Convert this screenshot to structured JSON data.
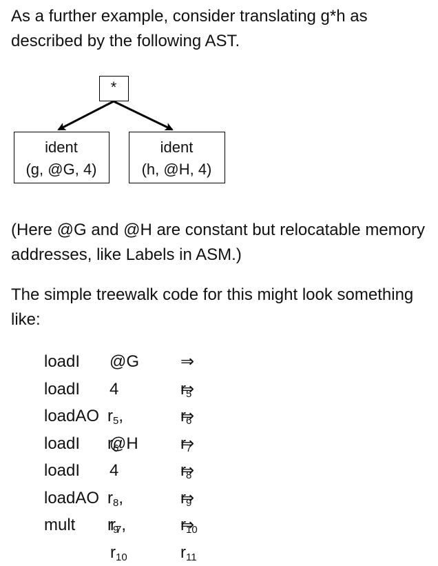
{
  "intro": "As a further example, consider translating g*h as described by the following AST.",
  "ast": {
    "root": "*",
    "left": {
      "name": "ident",
      "attrs": "(g, @G, 4)"
    },
    "right": {
      "name": "ident",
      "attrs": "(h, @H, 4)"
    }
  },
  "note": "(Here @G and @H are constant but relocatable memory addresses, like Labels in ASM.)",
  "lead": "The simple treewalk code for this might look something like:",
  "arrow": "⇒",
  "code": [
    {
      "op": "loadI",
      "args": [
        {
          "text": "@G"
        }
      ],
      "dest": {
        "reg": "r",
        "sub": "5"
      }
    },
    {
      "op": "loadI",
      "args": [
        {
          "text": "4"
        }
      ],
      "dest": {
        "reg": "r",
        "sub": "6"
      }
    },
    {
      "op": "loadAO",
      "args": [
        {
          "reg": "r",
          "sub": "5"
        },
        {
          "reg": "r",
          "sub": "6"
        }
      ],
      "dest": {
        "reg": "r",
        "sub": "7"
      }
    },
    {
      "op": "loadI",
      "args": [
        {
          "text": "@H"
        }
      ],
      "dest": {
        "reg": "r",
        "sub": "8"
      }
    },
    {
      "op": "loadI",
      "args": [
        {
          "text": "4"
        }
      ],
      "dest": {
        "reg": "r",
        "sub": "9"
      }
    },
    {
      "op": "loadAO",
      "args": [
        {
          "reg": "r",
          "sub": "8"
        },
        {
          "reg": "r",
          "sub": "9"
        }
      ],
      "dest": {
        "reg": "r",
        "sub": "10"
      }
    },
    {
      "op": "mult",
      "args": [
        {
          "reg": "r",
          "sub": "7"
        },
        {
          "reg": "r",
          "sub": "10"
        }
      ],
      "dest": {
        "reg": "r",
        "sub": "11"
      }
    }
  ]
}
